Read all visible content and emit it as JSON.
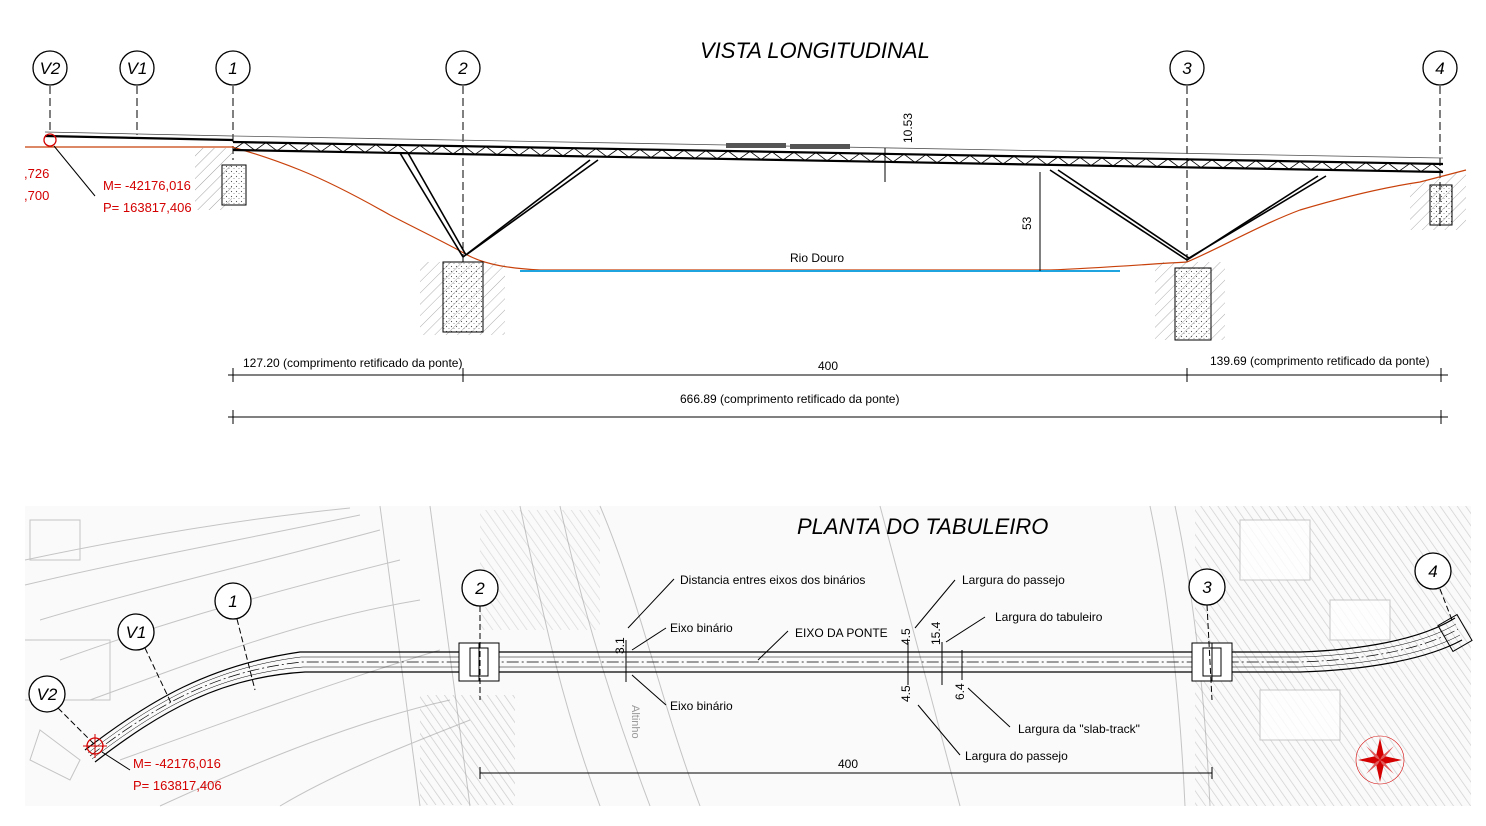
{
  "elevation": {
    "title": "VISTA LONGITUDINAL",
    "axes": [
      "V2",
      "V1",
      "1",
      "2",
      "3",
      "4"
    ],
    "river_label": "Rio Douro",
    "height_deck_label": "10.53",
    "height_pier_label": "53",
    "coord_m": "M= -42176,016",
    "coord_p": "P= 163817,406",
    "cut_left_top": ",726",
    "cut_left_bottom": ",700",
    "dim_left": "127.20 (comprimento retificado da ponte)",
    "dim_center": "400",
    "dim_right": "139.69 (comprimento retificado da ponte)",
    "dim_total": "666.89  (comprimento retificado da ponte)"
  },
  "plan": {
    "title": "PLANTA DO TABULEIRO",
    "axes": [
      "V2",
      "V1",
      "1",
      "2",
      "3",
      "4"
    ],
    "lbl_dist_eixos": "Distancia entres eixos dos binários",
    "lbl_eixo_binario_top": "Eixo binário",
    "lbl_eixo_binario_bottom": "Eixo binário",
    "lbl_eixo_ponte": "EIXO DA PONTE",
    "lbl_passeio_top": "Largura do passejo",
    "lbl_tabuleiro": "Largura do tabuleiro",
    "lbl_slab": "Largura da \"slab-track\"",
    "lbl_passeio_bottom": "Largura do passejo",
    "dim_31": "3.1",
    "dim_45a": "4.5",
    "dim_154": "15.4",
    "dim_45b": "4.5",
    "dim_64": "6.4",
    "dim_400": "400",
    "coord_m": "M= -42176,016",
    "coord_p": "P= 163817,406",
    "street_label": "Altinho"
  },
  "colors": {
    "terrain": "#c8410b",
    "river": "#1fa4e0",
    "coord": "#d40000"
  }
}
